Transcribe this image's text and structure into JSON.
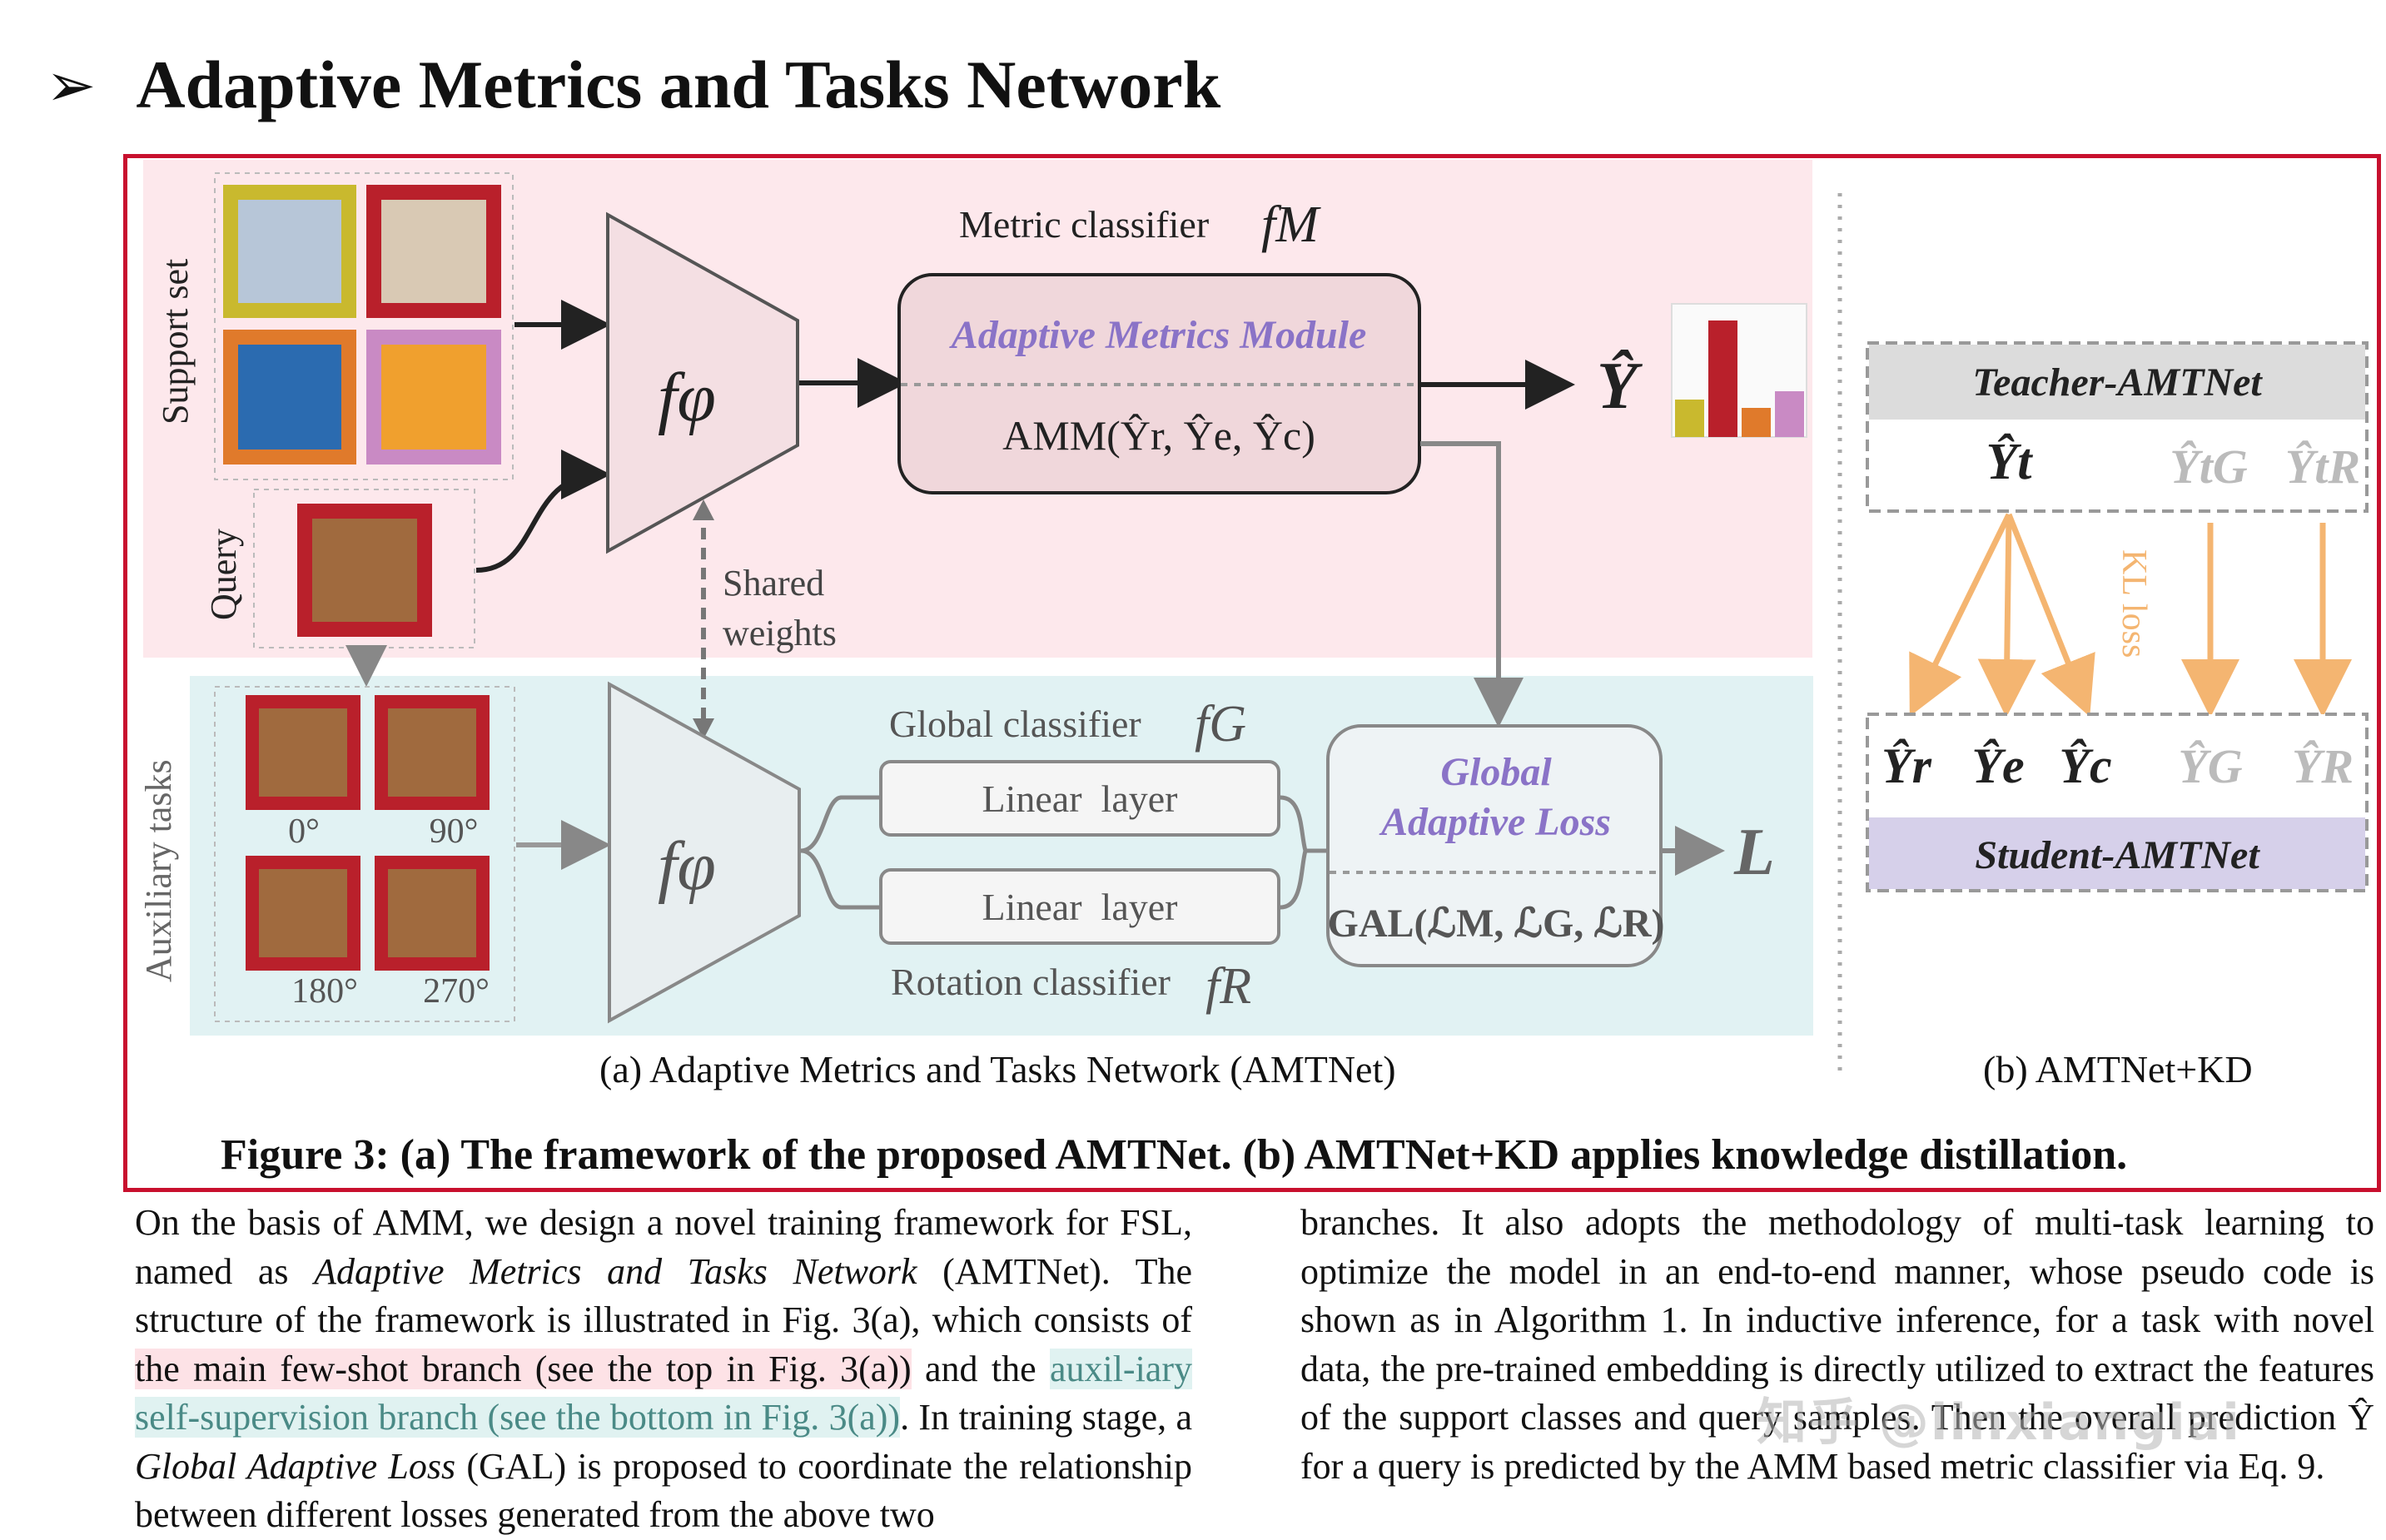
{
  "header": {
    "bullet": "➢",
    "title": "Adaptive Metrics and Tasks Network"
  },
  "figure": {
    "support_label": "Support set",
    "query_label": "Query",
    "aux_label": "Auxiliary tasks",
    "encoder_top": "fφ",
    "encoder_bottom": "fφ",
    "shared_line1": "Shared",
    "shared_line2": "weights",
    "metric_classifier": "Metric classifier",
    "metric_symbol": "fM",
    "amm_title": "Adaptive Metrics Module",
    "amm_formula": "AMM(Ŷr, Ŷe, Ŷc)",
    "y_hat": "Ŷ",
    "global_classifier": "Global classifier",
    "global_symbol": "fG",
    "rotation_classifier": "Rotation classifier",
    "rotation_symbol": "fR",
    "linear_1": "Linear  layer",
    "linear_2": "Linear  layer",
    "gal_line1": "Global",
    "gal_line2": "Adaptive Loss",
    "gal_formula": "GAL(ℒM, ℒG, ℒR)",
    "loss": "L",
    "angles": [
      "0°",
      "90°",
      "180°",
      "270°"
    ],
    "teacher": "Teacher-AMTNet",
    "student": "Student-AMTNet",
    "kl_loss": "KL loss",
    "teacher_outputs": [
      "Ŷt",
      "ŶtG",
      "ŶtR"
    ],
    "student_outputs": [
      "Ŷr",
      "Ŷe",
      "Ŷc",
      "ŶG",
      "ŶR"
    ],
    "bar_colors": [
      "#c9b92e",
      "#b9202b",
      "#e07a2b",
      "#c98ac4"
    ],
    "support_frame_colors": [
      "#c9b92e",
      "#b9202b",
      "#e07a2b",
      "#c98ac4"
    ]
  },
  "captions": {
    "a": "(a) Adaptive Metrics and Tasks Network (AMTNet)",
    "b": "(b) AMTNet+KD",
    "figure": "Figure 3: (a) The framework of the proposed AMTNet. (b) AMTNet+KD applies knowledge distillation."
  },
  "body_left": {
    "p1": "On the basis of AMM, we design a novel training framework for FSL, named as ",
    "p1_ital": "Adaptive Metrics and Tasks Network",
    "p2": " (AMTNet). The structure of the framework is illustrated in Fig. 3(a), which consists of ",
    "hl_pink": "the main few-shot branch (see the top in Fig. 3(a))",
    "p3": " and the ",
    "hl_teal": "auxil-iary self-supervision branch (see the bottom in Fig. 3(a))",
    "p4": ". In training stage, a ",
    "p4_ital": "Global Adaptive Loss",
    "p5": " (GAL) is proposed to coordinate the relationship between different losses generated from the above two"
  },
  "body_right": {
    "text": "branches. It also adopts the methodology of multi-task learning to optimize the model in an end-to-end manner, whose pseudo code is shown as in Algorithm 1. In inductive inference, for a task with novel data, the pre-trained embedding is directly utilized to extract the features of the support classes and query samples. Then the overall prediction Ŷ for a query is predicted by the AMM based metric classifier via Eq. 9."
  },
  "watermark": "知乎 @linxiangiai"
}
